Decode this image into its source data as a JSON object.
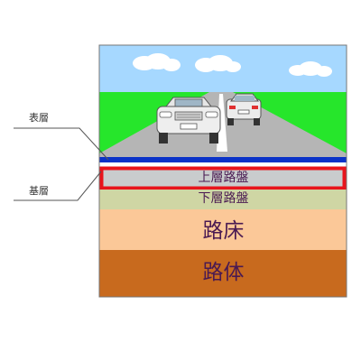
{
  "callouts": {
    "surface": "表層",
    "base": "基層"
  },
  "layers": {
    "upper_base": "上層路盤",
    "lower_base": "下層路盤",
    "subgrade": "路床",
    "embankment": "路体"
  },
  "colors": {
    "sky": "#a6d8ff",
    "grass": "#26e62b",
    "road": "#b5b5b5",
    "surface_layer": "#0a32c8",
    "highlight_border": "#e8141c",
    "upper_base_fill": "#c9cccd",
    "lower_base_fill": "#cfd6a4",
    "subgrade_fill": "#fbc898",
    "embankment_fill": "#c86a1e",
    "layer_text": "#4a1a52"
  },
  "icons": {
    "car_near": "car-icon",
    "car_far": "car-icon",
    "clouds": "cloud-icon"
  }
}
